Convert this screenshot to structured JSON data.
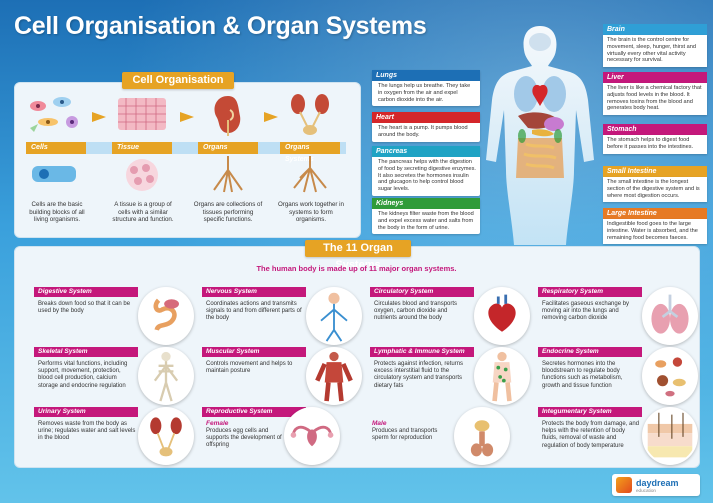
{
  "title": "Cell Organisation & Organ Systems",
  "colors": {
    "accent_orange": "#e6a324",
    "accent_magenta": "#c4187b",
    "blue": "#1d6fb5"
  },
  "cell_organisation": {
    "banner": "Cell Organisation",
    "stages": [
      {
        "label": "Cells",
        "icon": "cells-icon",
        "description": "Cells are the basic building blocks of all living organisms."
      },
      {
        "label": "Tissue",
        "icon": "tissue-icon",
        "description": "A tissue is a group of cells with a similar structure and function."
      },
      {
        "label": "Organs",
        "icon": "kidney-icon",
        "description": "Organs are collections of tissues performing specific functions."
      },
      {
        "label": "Organs Systems",
        "icon": "urinary-system-icon",
        "description": "Organs work together in systems to form organisms."
      }
    ]
  },
  "organs_left": [
    {
      "name": "Lungs",
      "color": "#1d6fb5",
      "text": "The lungs help us breathe. They take in oxygen from the air and expel carbon dioxide into the air."
    },
    {
      "name": "Heart",
      "color": "#d4262a",
      "text": "The heart is a pump. It pumps blood around the body."
    },
    {
      "name": "Pancreas",
      "color": "#1fa3c4",
      "text": "The pancreas helps with the digestion of food by secreting digestive enzymes. It also secretes the hormones insulin and glucagon to help control blood sugar levels."
    },
    {
      "name": "Kidneys",
      "color": "#2f9b3a",
      "text": "The kidneys filter waste from the blood and expel excess water and salts from the body in the form of urine."
    }
  ],
  "organs_right": [
    {
      "name": "Brain",
      "color": "#2f9fd6",
      "text": "The brain is the control centre for movement, sleep, hunger, thirst and virtually every other vital activity necessary for survival."
    },
    {
      "name": "Liver",
      "color": "#c4187b",
      "text": "The liver is like a chemical factory that adjusts food levels in the blood. It removes toxins from the blood and generates body heat."
    },
    {
      "name": "Stomach",
      "color": "#c4187b",
      "text": "The stomach helps to digest food before it passes into the intestines."
    },
    {
      "name": "Small Intestine",
      "color": "#e6a324",
      "text": "The small intestine is the longest section of the digestive system and is where most digestion occurs."
    },
    {
      "name": "Large Intestine",
      "color": "#e67a24",
      "text": "Indigestible food goes to the large intestine. Water is absorbed, and the remaining food becomes faeces."
    }
  ],
  "organ_systems": {
    "banner": "The 11 Organ Systems",
    "subtitle": "The human body is made up of 11 major organ systems.",
    "systems": [
      {
        "name": "Digestive System",
        "text": "Breaks down food so that it can be used by the body",
        "icon": "digestive-icon"
      },
      {
        "name": "Nervous System",
        "text": "Coordinates actions and transmits signals to and from different parts of the body",
        "icon": "nervous-icon"
      },
      {
        "name": "Circulatory System",
        "text": "Circulates blood and transports oxygen, carbon dioxide and nutrients around the body",
        "icon": "heart-icon"
      },
      {
        "name": "Respiratory System",
        "text": "Facilitates gaseous exchange by moving air into the lungs and removing carbon dioxide",
        "icon": "lungs-icon"
      },
      {
        "name": "Skeletal System",
        "text": "Performs vital functions, including support, movement, protection, blood cell production, calcium storage and endocrine regulation",
        "icon": "skeleton-icon"
      },
      {
        "name": "Muscular System",
        "text": "Controls movement and helps to maintain posture",
        "icon": "muscle-icon"
      },
      {
        "name": "Lymphatic & Immune System",
        "text": "Protects against infection, returns excess interstitial fluid to the circulatory system and transports dietary fats",
        "icon": "lymphatic-icon"
      },
      {
        "name": "Endocrine System",
        "text": "Secretes hormones into the bloodstream to regulate body functions such as metabolism, growth and tissue function",
        "icon": "glands-icon"
      },
      {
        "name": "Urinary System",
        "text": "Removes waste from the body as urine; regulates water and salt levels in the blood",
        "icon": "urinary-icon"
      },
      {
        "name": "Integumentary System",
        "text": "Protects the body from damage, and helps with the retention of body fluids, removal of waste and regulation of body temperature",
        "icon": "skin-icon"
      }
    ],
    "reproductive": {
      "name": "Reproductive System",
      "female_label": "Female",
      "female_text": "Produces egg cells and supports the development of offspring",
      "male_label": "Male",
      "male_text": "Produces and transports sperm for reproduction"
    }
  },
  "logo": {
    "name": "daydream",
    "tagline": "education"
  }
}
